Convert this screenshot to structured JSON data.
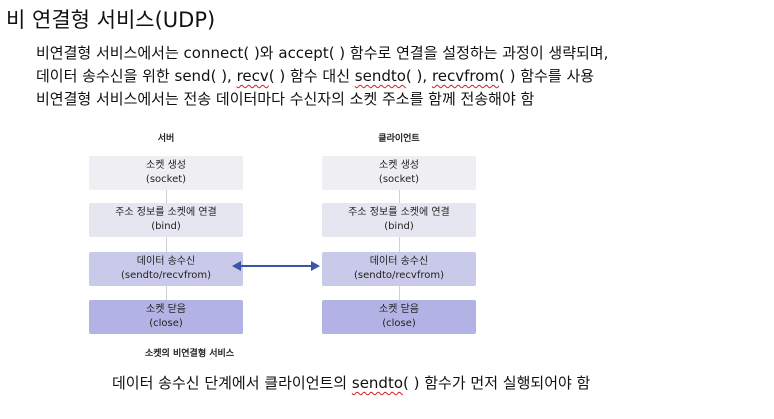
{
  "title": "비 연결형 서비스(UDP)",
  "description": {
    "line1": "비연결형 서비스에서는 connect( )와 accept( ) 함수로 연결을 설정하는 과정이 생략되며,",
    "line2": {
      "prefix": "데이터 송수신을 위한 send( ), ",
      "recv": "recv",
      "mid1": "( ) 함수 대신 ",
      "sendto": "sendto",
      "mid2": "( ), ",
      "recvfrom": "recvfrom",
      "suffix": "( ) 함수를 사용"
    },
    "line3": "비연결형 서비스에서는 전송 데이터마다 수신자의 소켓 주소를 함께 전송해야 함"
  },
  "diagram": {
    "server": {
      "header": "서버",
      "steps": [
        {
          "label": "소켓 생성",
          "call": "(socket)"
        },
        {
          "label": "주소 정보를 소켓에 연결",
          "call": "(bind)"
        },
        {
          "label": "데이터 송수신",
          "call": "(sendto/recvfrom)"
        },
        {
          "label": "소켓 닫음",
          "call": "(close)"
        }
      ]
    },
    "client": {
      "header": "클라이언트",
      "steps": [
        {
          "label": "소켓 생성",
          "call": "(socket)"
        },
        {
          "label": "주소 정보를 소켓에 연결",
          "call": "(bind)"
        },
        {
          "label": "데이터 송수신",
          "call": "(sendto/recvfrom)"
        },
        {
          "label": "소켓 닫음",
          "call": "(close)"
        }
      ]
    },
    "caption": "소켓의 비연결형 서비스",
    "colors": {
      "step1": "#eeeef3",
      "step2": "#e6e6f0",
      "step3": "#c9c9ea",
      "step4": "#b2b2e4",
      "arrow": "#3d55a6"
    },
    "arrow_icon": "double-headed-arrow-icon"
  },
  "note": {
    "prefix": "데이터 송수신 단계에서 클라이언트의 ",
    "sendto": "sendto",
    "suffix": "( ) 함수가 먼저 실행되어야 함"
  }
}
